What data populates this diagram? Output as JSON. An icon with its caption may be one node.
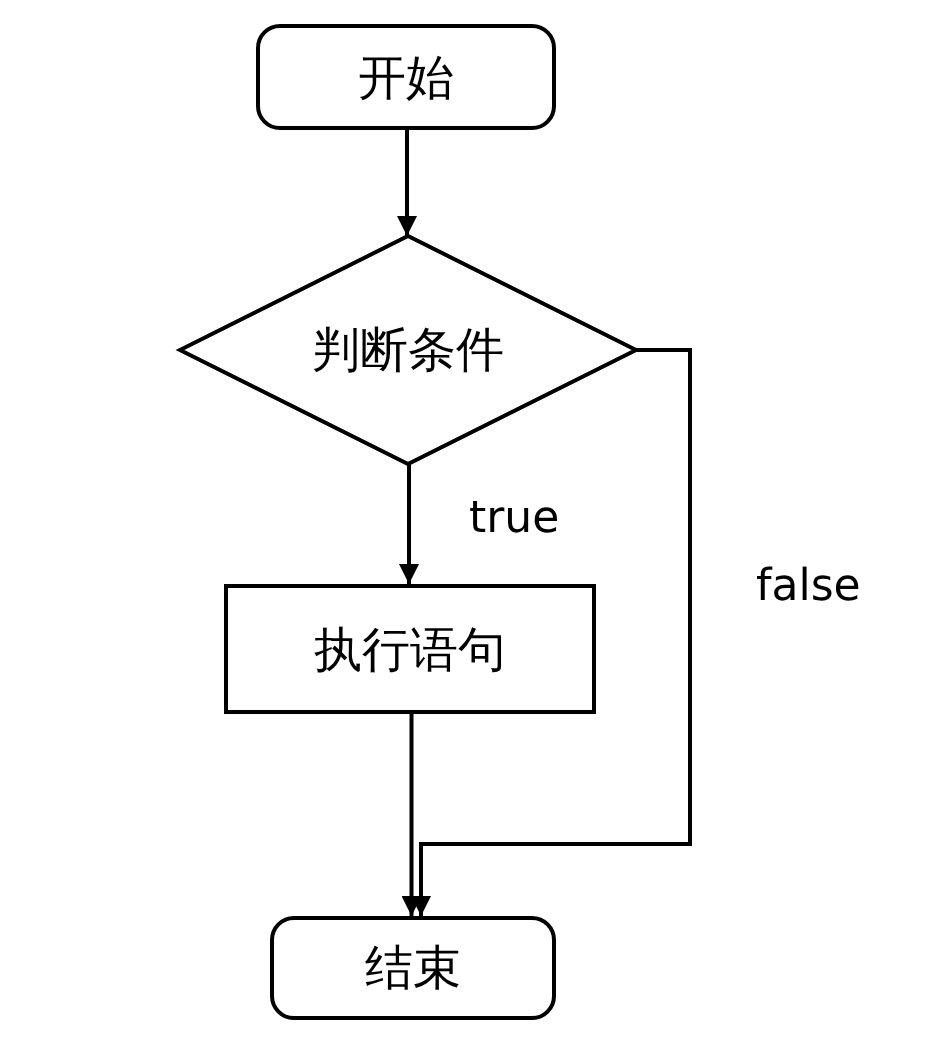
{
  "diagram": {
    "nodes": [
      {
        "text": [
          "开始"
        ]
      },
      {
        "text": [
          "判断条件"
        ]
      },
      {
        "text": [
          "执行语句"
        ]
      },
      {
        "text": [
          "结束"
        ]
      }
    ],
    "edges": [
      {
        "from": 0,
        "to": 1,
        "arrow": "to"
      },
      {
        "from": 1,
        "to": 2,
        "arrow": "to",
        "label": "true"
      },
      {
        "from": 2,
        "to": 3,
        "arrow": "to"
      },
      {
        "from": 1,
        "to": 3,
        "arrow": "to",
        "label": "false"
      }
    ]
  }
}
